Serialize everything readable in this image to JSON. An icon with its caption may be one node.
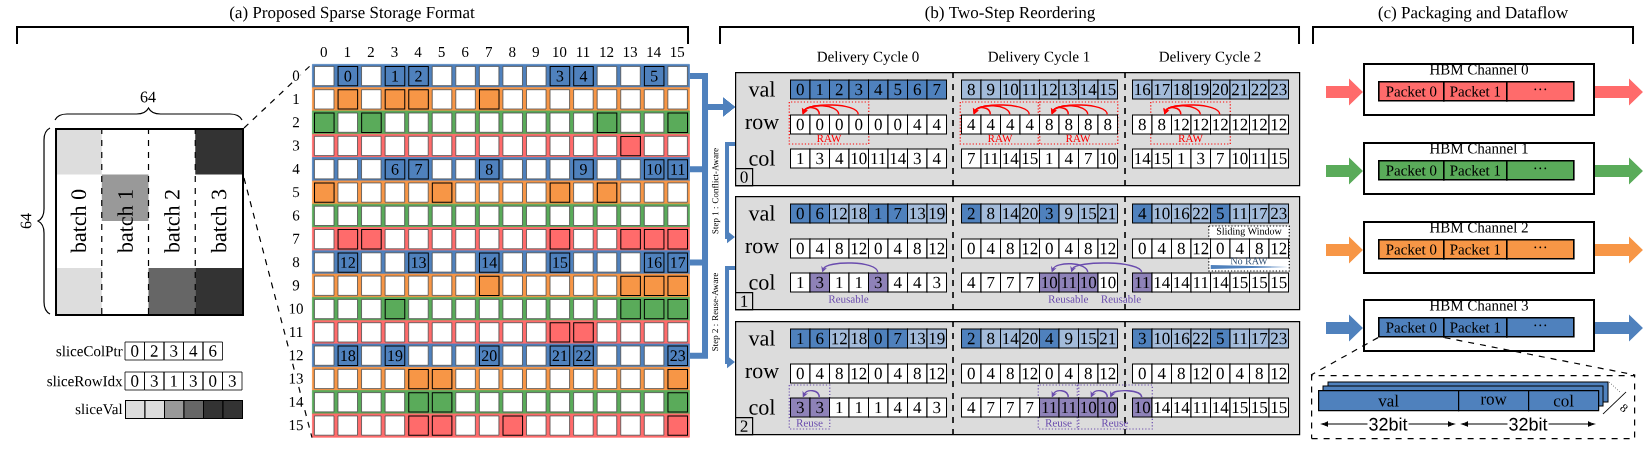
{
  "diagram": {
    "nodes": [
      {
        "text": [
          "batch 0",
          "batch 1",
          "batch 2",
          "batch 3"
        ]
      },
      {
        "text": [
          "0",
          "1",
          "2",
          "3",
          "4",
          "5"
        ]
      },
      {
        "text": [],
        "shape": "bar"
      },
      {
        "text": [],
        "shape": "bar"
      },
      {
        "text": [],
        "shape": "bar"
      },
      {
        "text": [
          "6",
          "7",
          "8",
          "9",
          "10",
          "11"
        ]
      },
      {
        "text": [],
        "shape": "bar"
      },
      {
        "text": [],
        "shape": "bar"
      },
      {
        "text": [],
        "shape": "bar"
      },
      {
        "text": [
          "12",
          "13",
          "14",
          "15",
          "16",
          "17"
        ]
      },
      {
        "text": [],
        "shape": "bar"
      },
      {
        "text": [],
        "shape": "bar"
      },
      {
        "text": [],
        "shape": "bar"
      },
      {
        "text": [
          "18",
          "19",
          "20",
          "21",
          "22",
          "23"
        ]
      },
      {
        "text": [],
        "shape": "bar"
      },
      {
        "text": [],
        "shape": "bar"
      },
      {
        "text": [],
        "shape": "bar"
      },
      {
        "text": [
          "val",
          "0",
          "1",
          "2",
          "3",
          "4",
          "5",
          "6",
          "7",
          "8",
          "9",
          "10",
          "11",
          "12",
          "13",
          "14",
          "15",
          "16",
          "17",
          "18",
          "19",
          "20",
          "21",
          "22",
          "23",
          "row",
          "0",
          "0",
          "0",
          "0",
          "0",
          "0",
          "4",
          "4",
          "4",
          "4",
          "4",
          "4",
          "8",
          "8",
          "8",
          "8",
          "8",
          "8",
          "12",
          "12",
          "12",
          "12",
          "12",
          "12",
          "col",
          "1",
          "3",
          "4",
          "10",
          "11",
          "14",
          "3",
          "4",
          "7",
          "11",
          "14",
          "15",
          "1",
          "4",
          "7",
          "10",
          "14",
          "15",
          "1",
          "3",
          "7",
          "10",
          "11",
          "15",
          "RAW",
          "RAW",
          "RAW",
          "RAW",
          "0"
        ]
      },
      {
        "text": [
          "val",
          "0",
          "6",
          "12",
          "18",
          "1",
          "7",
          "13",
          "19",
          "2",
          "8",
          "14",
          "20",
          "3",
          "9",
          "15",
          "21",
          "4",
          "10",
          "16",
          "22",
          "5",
          "11",
          "17",
          "23",
          "row",
          "0",
          "4",
          "8",
          "12",
          "0",
          "4",
          "8",
          "12",
          "0",
          "4",
          "8",
          "12",
          "0",
          "4",
          "8",
          "12",
          "0",
          "4",
          "8",
          "12",
          "0",
          "4",
          "8",
          "12",
          "col",
          "1",
          "3",
          "1",
          "1",
          "3",
          "4",
          "4",
          "3",
          "4",
          "7",
          "7",
          "7",
          "10",
          "11",
          "10",
          "10",
          "11",
          "14",
          "14",
          "11",
          "14",
          "15",
          "15",
          "15",
          "Reusable",
          "Reusable",
          "Reusable",
          "Sliding Window",
          "No RAW",
          "1"
        ]
      },
      {
        "text": [
          "val",
          "1",
          "6",
          "12",
          "18",
          "0",
          "7",
          "13",
          "19",
          "2",
          "8",
          "14",
          "20",
          "4",
          "9",
          "15",
          "21",
          "3",
          "10",
          "16",
          "22",
          "5",
          "11",
          "17",
          "23",
          "row",
          "0",
          "4",
          "8",
          "12",
          "0",
          "4",
          "8",
          "12",
          "0",
          "4",
          "8",
          "12",
          "0",
          "4",
          "8",
          "12",
          "0",
          "4",
          "8",
          "12",
          "0",
          "4",
          "8",
          "12",
          "col",
          "3",
          "3",
          "1",
          "1",
          "1",
          "4",
          "4",
          "3",
          "4",
          "7",
          "7",
          "7",
          "11",
          "11",
          "10",
          "10",
          "10",
          "14",
          "14",
          "11",
          "14",
          "15",
          "15",
          "15",
          "Reuse",
          "Reuse",
          "Reuse",
          "2"
        ]
      },
      {
        "text": [
          "HBM Channel 0"
        ]
      },
      {
        "text": [
          "Packet 0"
        ],
        "in": 20
      },
      {
        "text": [
          "Packet 1"
        ],
        "in": 20
      },
      {
        "text": [
          "···"
        ],
        "in": 20
      },
      {
        "text": [
          "HBM Channel 1"
        ]
      },
      {
        "text": [
          "Packet 0"
        ],
        "in": 24
      },
      {
        "text": [
          "Packet 1"
        ],
        "in": 24
      },
      {
        "text": [
          "···"
        ],
        "in": 24
      },
      {
        "text": [
          "HBM Channel 2"
        ]
      },
      {
        "text": [
          "Packet 0"
        ],
        "in": 28
      },
      {
        "text": [
          "Packet 1"
        ],
        "in": 28
      },
      {
        "text": [
          "···"
        ],
        "in": 28
      },
      {
        "text": [
          "HBM Channel 3"
        ]
      },
      {
        "text": [
          "Packet 0"
        ],
        "in": 32
      },
      {
        "text": [
          "Packet 1"
        ],
        "in": 32
      },
      {
        "text": [
          "···"
        ],
        "in": 32
      },
      {
        "text": [],
        "shape": "box"
      },
      {
        "text": [
          "val"
        ],
        "in": 36
      },
      {
        "text": [
          "row"
        ],
        "in": 36
      },
      {
        "text": [
          "col"
        ],
        "in": 36
      }
    ],
    "edges": [
      {
        "from": 0,
        "to": 1,
        "arrow": "none",
        "style": "dashed",
        "color": "#000000"
      },
      {
        "from": 0,
        "to": 16,
        "arrow": "none",
        "style": "dashed",
        "color": "#000000"
      },
      {
        "from": 1,
        "to": 17,
        "arrow": "to",
        "color": "#4f81bd"
      },
      {
        "from": 5,
        "to": 17,
        "arrow": "to",
        "color": "#4f81bd"
      },
      {
        "from": 9,
        "to": 17,
        "arrow": "to",
        "color": "#4f81bd"
      },
      {
        "from": 13,
        "to": 17,
        "arrow": "to",
        "color": "#4f81bd"
      },
      {
        "from": 17,
        "to": 18,
        "arrow": "to",
        "label": "Step 1 : Conflict-Aware",
        "color": "#4f81bd"
      },
      {
        "from": 18,
        "to": 19,
        "arrow": "to",
        "label": "Step 2 : Reuse-Aware",
        "color": "#4f81bd"
      },
      {
        "from": null,
        "to": 20,
        "arrow": "to",
        "style": "thick",
        "color": "#ff6b6b"
      },
      {
        "from": null,
        "to": 24,
        "arrow": "to",
        "style": "thick",
        "color": "#5aab5a"
      },
      {
        "from": null,
        "to": 28,
        "arrow": "to",
        "style": "thick",
        "color": "#f79646"
      },
      {
        "from": null,
        "to": 32,
        "arrow": "to",
        "style": "thick",
        "color": "#4f81bd"
      },
      {
        "from": 20,
        "to": null,
        "arrow": "to",
        "style": "thick",
        "color": "#ff6b6b"
      },
      {
        "from": 24,
        "to": null,
        "arrow": "to",
        "style": "thick",
        "color": "#5aab5a"
      },
      {
        "from": 28,
        "to": null,
        "arrow": "to",
        "style": "thick",
        "color": "#f79646"
      },
      {
        "from": 32,
        "to": null,
        "arrow": "to",
        "style": "thick",
        "color": "#4f81bd"
      },
      {
        "from": 33,
        "to": 36,
        "arrow": "none",
        "style": "dashed",
        "color": "#000000"
      },
      {
        "from": 33,
        "to": 36,
        "arrow": "none",
        "style": "dashed",
        "color": "#000000"
      }
    ],
    "labels": [
      "(a) Proposed Sparse Storage Format",
      "(b) Two-Step Reordering",
      "(c) Packaging and Dataflow",
      "64",
      "64",
      "sliceColPtr",
      "0",
      "2",
      "3",
      "4",
      "6",
      "sliceRowIdx",
      "0",
      "3",
      "1",
      "3",
      "0",
      "3",
      "sliceVal",
      "0",
      "1",
      "2",
      "3",
      "4",
      "5",
      "6",
      "7",
      "8",
      "9",
      "10",
      "11",
      "12",
      "13",
      "14",
      "15",
      "0",
      "1",
      "2",
      "3",
      "4",
      "5",
      "6",
      "7",
      "8",
      "9",
      "10",
      "11",
      "12",
      "13",
      "14",
      "15",
      "Delivery Cycle 0",
      "Delivery Cycle 1",
      "Delivery Cycle 2",
      "32bit",
      "32bit",
      "8"
    ]
  }
}
